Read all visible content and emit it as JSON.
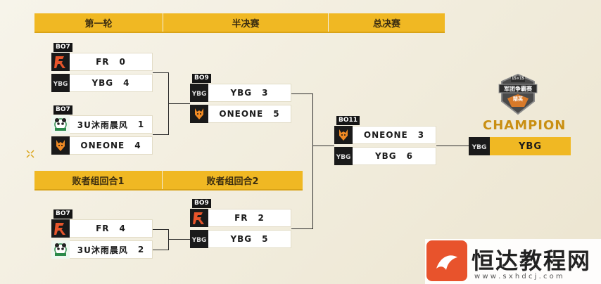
{
  "headers": {
    "round1": "第一轮",
    "semi": "半决赛",
    "final": "总决赛",
    "losers1": "败者组回合1",
    "losers2": "败者组回合2"
  },
  "matches": {
    "r1a": {
      "format": "BO7",
      "top": {
        "team": "FR",
        "score": "0"
      },
      "bottom": {
        "team": "YBG",
        "score": "4"
      }
    },
    "r1b": {
      "format": "BO7",
      "top": {
        "team": "3U沐雨晨风",
        "score": "1"
      },
      "bottom": {
        "team": "ONEONE",
        "score": "4"
      }
    },
    "semi": {
      "format": "BO9",
      "top": {
        "team": "YBG",
        "score": "3"
      },
      "bottom": {
        "team": "ONEONE",
        "score": "5"
      }
    },
    "final": {
      "format": "BO11",
      "top": {
        "team": "ONEONE",
        "score": "3"
      },
      "bottom": {
        "team": "YBG",
        "score": "6"
      }
    },
    "l1": {
      "format": "BO7",
      "top": {
        "team": "FR",
        "score": "4"
      },
      "bottom": {
        "team": "3U沐雨晨风",
        "score": "2"
      }
    },
    "l2": {
      "format": "BO9",
      "top": {
        "team": "FR",
        "score": "2"
      },
      "bottom": {
        "team": "YBG",
        "score": "5"
      }
    }
  },
  "champion": {
    "label": "CHAMPION",
    "team": "YBG",
    "badge_top": "15×15",
    "badge_title": "军团争霸赛",
    "badge_sub": "精英"
  },
  "watermark": {
    "title": "恒达教程网",
    "url": "w w w . s x h d c j . c o m"
  },
  "colors": {
    "gold": "#f0b823",
    "dark": "#151515",
    "accent_red": "#e8552b"
  }
}
